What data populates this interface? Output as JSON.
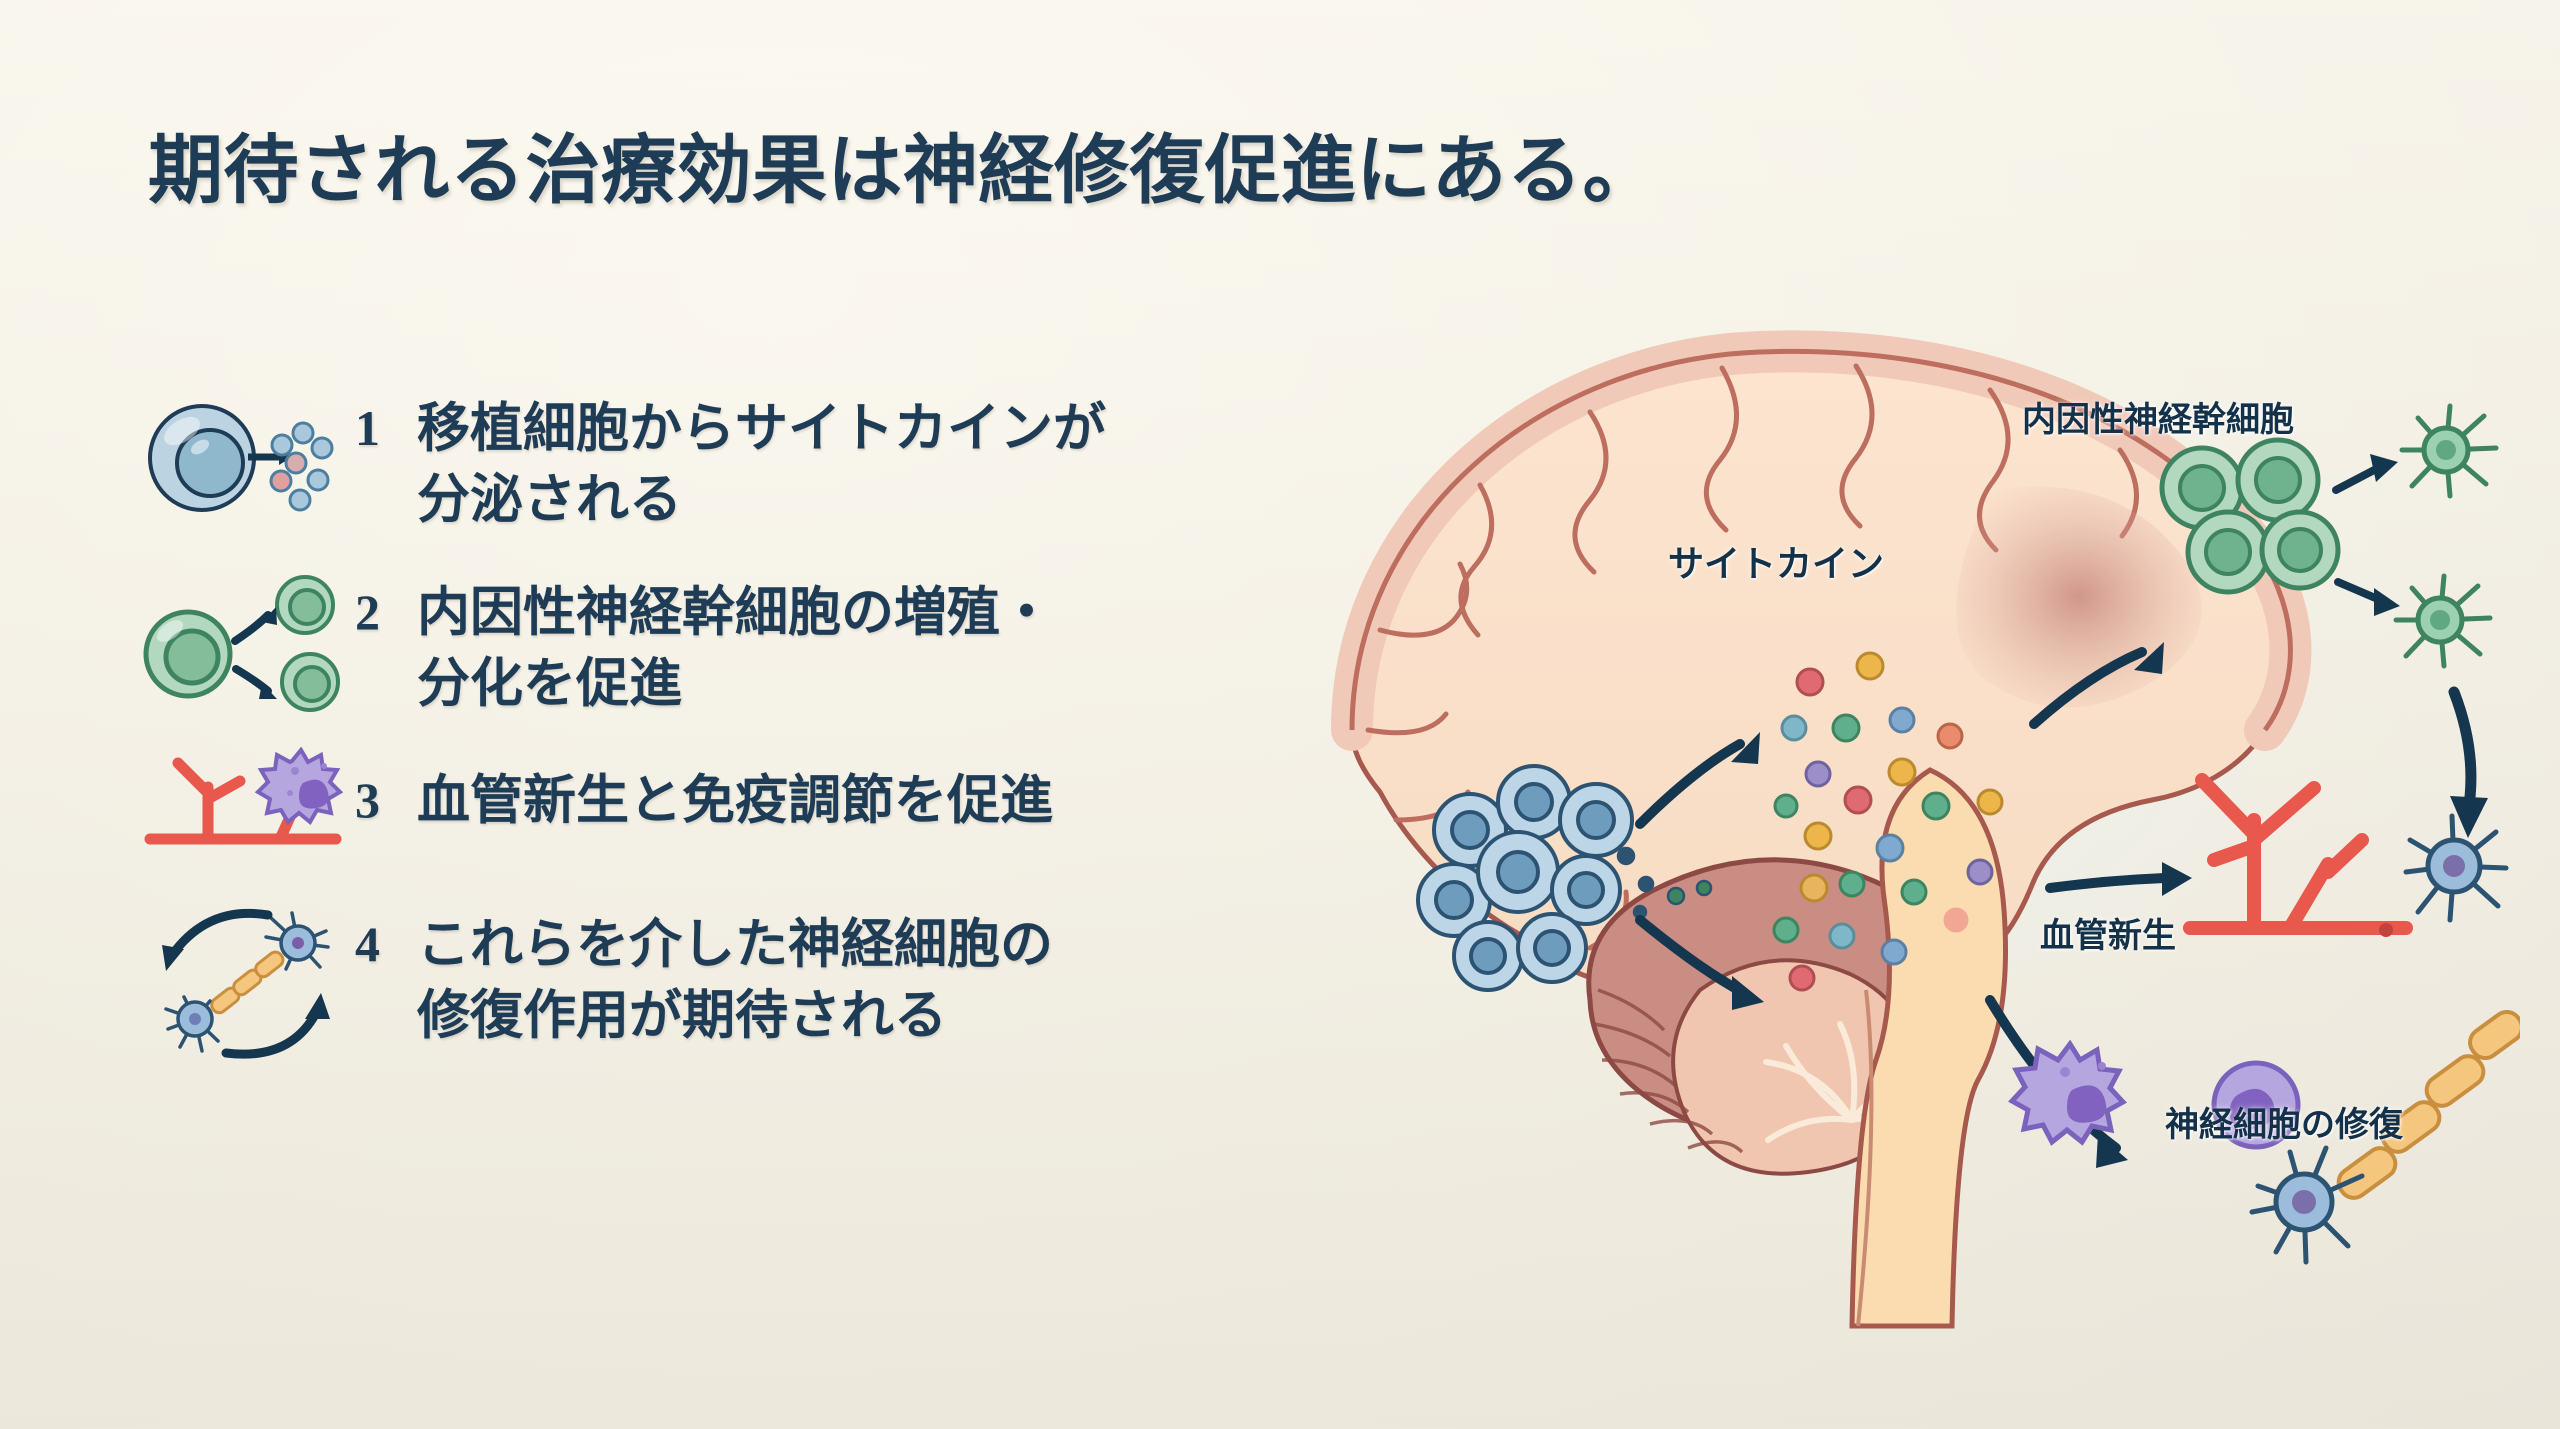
{
  "slide": {
    "title": "期待される治療効果は神経修復促進にある。",
    "background_color": "#f6f2e6",
    "text_color": "#1f3c56"
  },
  "bullets": [
    {
      "number": "1",
      "line1": "移植細胞からサイトカインが",
      "line2": "分泌される",
      "icon": "secreting-cell-icon"
    },
    {
      "number": "2",
      "line1": "内因性神経幹細胞の増殖・",
      "line2": "分化を促進",
      "icon": "dividing-cell-icon"
    },
    {
      "number": "3",
      "line1": "血管新生と免疫調節を促進",
      "line2": "",
      "icon": "vessel-immune-icon"
    },
    {
      "number": "4",
      "line1": "これらを介した神経細胞の",
      "line2": "修復作用が期待される",
      "icon": "neuron-repair-icon"
    }
  ],
  "diagram": {
    "labels": {
      "cytokine": "サイトカイン",
      "endogenous_stem_cell": "内因性神経幹細胞",
      "angiogenesis": "血管新生",
      "neuron_repair": "神経細胞の修復"
    },
    "colors": {
      "brain_cortex": "#f0c9b8",
      "brain_outline": "#a8594d",
      "brain_fill": "#fbe3cf",
      "cerebellum": "#c98d84",
      "brainstem": "#fbdcb0",
      "transplanted_cell": "#a8c8e0",
      "stem_cell_green": "#8cc4a4",
      "vessel_red": "#e8584c",
      "immune_purple": "#a893d4",
      "neuron_blue": "#8fb2d6",
      "myelin_orange": "#f5bf75",
      "arrow": "#15364f"
    }
  }
}
